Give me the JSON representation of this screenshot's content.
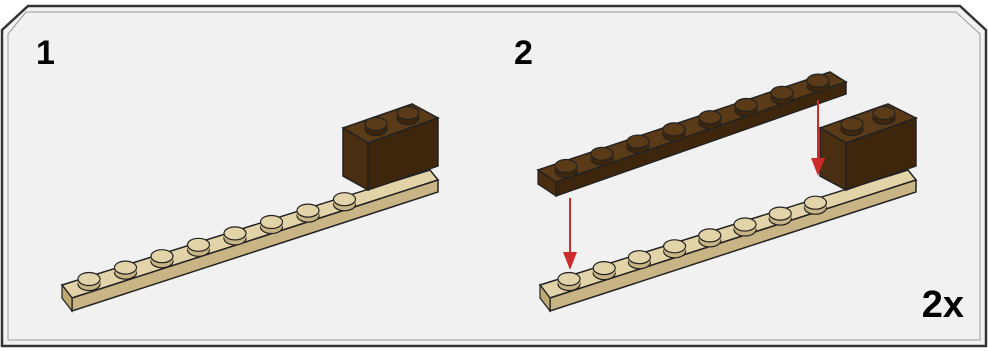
{
  "steps": [
    {
      "number": "1"
    },
    {
      "number": "2"
    }
  ],
  "quantity": "2x",
  "colors": {
    "panel_background": "#f1f1f1",
    "panel_border": "#333333",
    "tan_top": "#e3d3a8",
    "tan_side": "#c9b485",
    "dark_brown_top": "#5a3a17",
    "dark_brown_side": "#3e260d",
    "arrow": "#cc2b2b"
  }
}
